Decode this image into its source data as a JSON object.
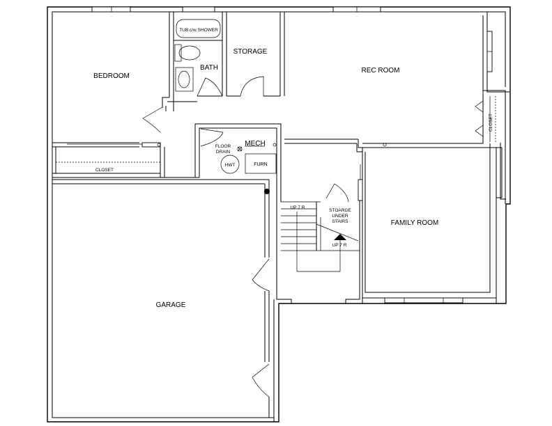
{
  "rooms": {
    "bedroom": "BEDROOM",
    "bath": "BATH",
    "storage": "STORAGE",
    "rec_room": "REC ROOM",
    "closet_bedroom": "CLOSET",
    "closet_rec": "CLOSET",
    "mech": "MECH",
    "family_room": "FAMILY ROOM",
    "garage": "GARAGE"
  },
  "fixtures": {
    "tub": "TUB c/w SHOWER",
    "floor_drain_1": "FLOOR",
    "floor_drain_2": "DRAIN",
    "hwt": "HWT",
    "furn": "FURN"
  },
  "stairs": {
    "up_upper": "UP 7 R",
    "up_lower": "UP 7 R",
    "storage_1": "STOARGE",
    "storage_2": "UNDER",
    "storage_3": "STAIRS"
  }
}
